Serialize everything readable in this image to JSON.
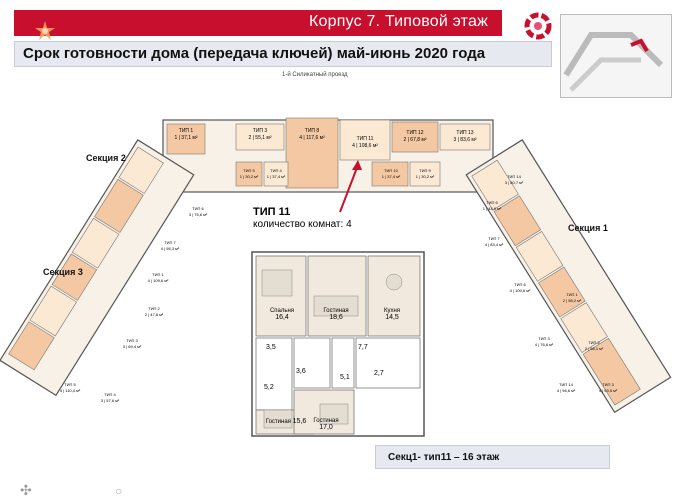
{
  "header": {
    "title": "Корпус 7. Типовой этаж",
    "subtitle": "Срок готовности дома (передача ключей) май-июнь 2020 года",
    "road_label": "1-й Силикатный проезд"
  },
  "sections": {
    "s1": "Секция 1",
    "s2": "Секция 2",
    "s3": "Секция 3"
  },
  "callout": {
    "type": "ТИП 11",
    "rooms": "количество комнат: 4"
  },
  "plan_labels": {
    "bedroom1": "Спальня",
    "bedroom1_area": "16,4",
    "living1": "Гостиная",
    "living1_area": "18,6",
    "kitchen": "Кухня",
    "kitchen_area": "14,5",
    "a35": "3,5",
    "a36": "3,6",
    "a52": "5,2",
    "a51": "5,1",
    "a27": "2,7",
    "a77": "7,7",
    "bedroom2": "Гостиная",
    "bedroom2_area": "15,6",
    "living2": "Гостиная",
    "living2_area": "17,0"
  },
  "footer_note": "Секц1- тип11 – 16 этаж",
  "units_top": [
    {
      "t": "ТИП 1",
      "a": "1 | 37,1 м²"
    },
    {
      "t": "ТИП 3",
      "a": "2 | 55,1 м²"
    },
    {
      "t": "ТИП 8",
      "a": "4 | 117,6 м²"
    },
    {
      "t": "ТИП 11",
      "a": "4 | 108,6 м²"
    },
    {
      "t": "ТИП 12",
      "a": "2 | 67,8 м²"
    },
    {
      "t": "ТИП 13",
      "a": "3 | 83,6 м²"
    },
    {
      "t": "ТИП 5",
      "a": "1 | 30,2 м²"
    },
    {
      "t": "ТИП 4",
      "a": "1 | 37,4 м²"
    },
    {
      "t": "ТИП 10",
      "a": "1 | 37,4 м²"
    },
    {
      "t": "ТИП 9",
      "a": "1 | 30,2 м²"
    }
  ],
  "units_left": [
    {
      "t": "ТИП 6",
      "a": "3 | 75,6 м²"
    },
    {
      "t": "ТИП 7",
      "a": "4 | 95,3 м²"
    },
    {
      "t": "ТИП 1",
      "a": "4 | 109,6 м²"
    },
    {
      "t": "ТИП 2",
      "a": "2 | 47,6 м²"
    },
    {
      "t": "ТИП 3",
      "a": "3 | 69,4 м²"
    },
    {
      "t": "ТИП 5",
      "a": "4 | 110,4 м²"
    },
    {
      "t": "ТИП 4",
      "a": "3 | 57,6 м²"
    }
  ],
  "units_right": [
    {
      "t": "ТИП 14",
      "a": "3 | 80,7 м²"
    },
    {
      "t": "ТИП 6",
      "a": "1 | 44,0 м²"
    },
    {
      "t": "ТИП 7",
      "a": "4 | 83,4 м²"
    },
    {
      "t": "ТИП 6",
      "a": "4 | 100,6 м²"
    },
    {
      "t": "ТИП 1",
      "a": "2 | 58,2 м²"
    },
    {
      "t": "ТИП 2",
      "a": "2 | 58,1 м²"
    },
    {
      "t": "ТИП 3",
      "a": "4 | 76,6 м²"
    },
    {
      "t": "ТИП 14",
      "a": "4 | 96,6 м²"
    },
    {
      "t": "ТИП 3",
      "a": "4 | 93,5 м²"
    }
  ],
  "colors": {
    "accent": "#c8102e",
    "apt_orange": "#f3c8a2",
    "apt_cream": "#fbe9d3"
  }
}
